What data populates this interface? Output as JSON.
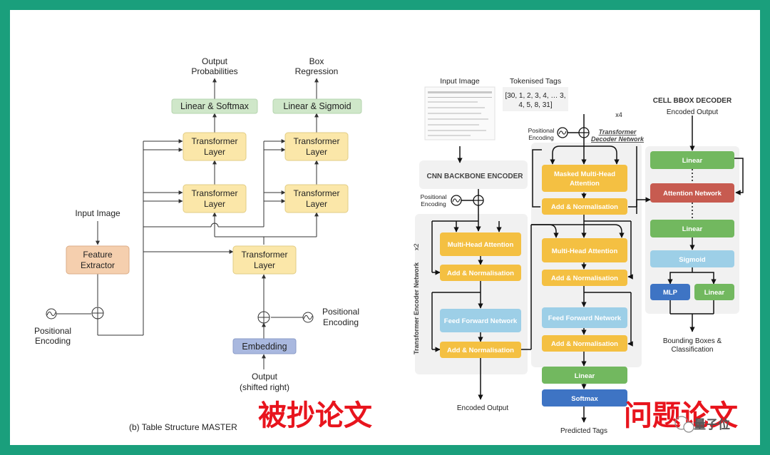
{
  "colors": {
    "frame": "#1a9f7c",
    "caption_red": "#e8141d",
    "left_yellow": "#fbe7a9",
    "left_green": "#cfe7c9",
    "left_peach": "#f5cfae",
    "left_blue": "#a9b8df",
    "right_yellow": "#f4c042",
    "right_blue": "#9dcfe7",
    "right_green": "#72b85f",
    "right_red": "#c75b50",
    "right_darkblue": "#3e74c4"
  },
  "left": {
    "out_prob": [
      "Output",
      "Probabilities"
    ],
    "box_reg": [
      "Box",
      "Regression"
    ],
    "linear_softmax": "Linear & Softmax",
    "linear_sigmoid": "Linear & Sigmoid",
    "tl1": [
      "Transformer",
      "Layer"
    ],
    "tl2": [
      "Transformer",
      "Layer"
    ],
    "tl3": [
      "Transformer",
      "Layer"
    ],
    "tl4": [
      "Transformer",
      "Layer"
    ],
    "tl5": [
      "Transformer",
      "Layer"
    ],
    "input_image": "Input Image",
    "feature_extractor": [
      "Feature",
      "Extractor"
    ],
    "pos_enc_left": [
      "Positional",
      "Encoding"
    ],
    "pos_enc_right": [
      "Positional",
      "Encoding"
    ],
    "embedding": "Embedding",
    "output_shifted": [
      "Output",
      "(shifted right)"
    ],
    "caption": "(b) Table Structure MASTER",
    "red_label": "被抄论文"
  },
  "right": {
    "input_image": "Input Image",
    "tokenised_tags": "Tokenised Tags",
    "tags_line1": "[30,  1,  2,  3,  4, … 3,",
    "tags_line2": "4,  5,  8,  31]",
    "cnn_backbone": "CNN BACKBONE ENCODER",
    "pos_enc_a": [
      "Positional",
      "Encoding"
    ],
    "pos_enc_b": [
      "Positional",
      "Encoding"
    ],
    "encoder_side": "Transformer Encoder Network",
    "x2": "x2",
    "x4": "x4",
    "decoder_title": [
      "Transformer",
      "Decoder Network"
    ],
    "enc_mha": "Multi-Head Attention",
    "enc_addnorm1": "Add & Normalisation",
    "enc_ffn": "Feed Forward Network",
    "enc_addnorm2": "Add & Normalisation",
    "encoded_output": "Encoded Output",
    "dec_masked": [
      "Masked Multi-Head",
      "Attention"
    ],
    "dec_addnorm1": "Add & Normalisation",
    "dec_mha": "Multi-Head Attention",
    "dec_addnorm2": "Add & Normalisation",
    "dec_ffn": "Feed Forward Network",
    "dec_addnorm3": "Add & Normalisation",
    "linear": "Linear",
    "softmax": "Softmax",
    "predicted_tags": "Predicted Tags",
    "cell_title": "CELL BBOX DECODER",
    "cell_encoded": "Encoded Output",
    "cell_linear1": "Linear",
    "attention_net": "Attention Network",
    "cell_linear2": "Linear",
    "sigmoid": "Sigmoid",
    "mlp": "MLP",
    "cell_linear3": "Linear",
    "bbox_label": [
      "Bounding Boxes &",
      "Classification"
    ],
    "red_label": "问题论文",
    "watermark": "量子位"
  }
}
